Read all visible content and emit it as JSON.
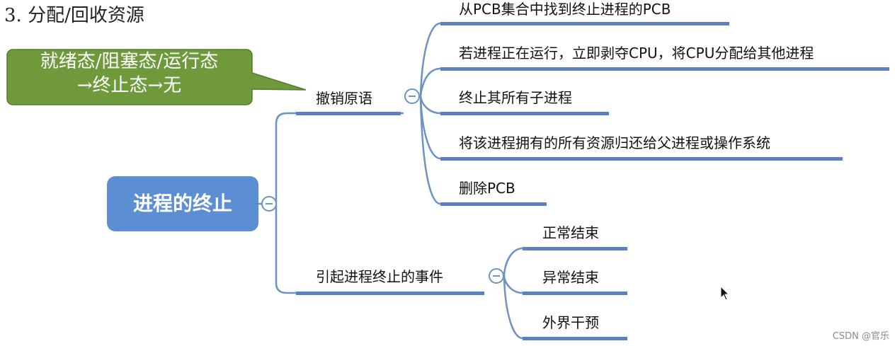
{
  "title": "3.  分配/回收资源",
  "callout": {
    "line1": "就绪态/阻塞态/运行态",
    "line2": "→终止态→无"
  },
  "root": {
    "label": "进程的终止"
  },
  "branch1": {
    "label": "撤销原语",
    "children": [
      "从PCB集合中找到终止进程的PCB",
      "若进程正在运行，立即剥夺CPU，将CPU分配给其他进程",
      "终止其所有子进程",
      "将该进程拥有的所有资源归还给父进程或操作系统",
      "删除PCB"
    ]
  },
  "branch2": {
    "label": "引起进程终止的事件",
    "children": [
      "正常结束",
      "异常结束",
      "外界干预"
    ]
  },
  "watermark": "CSDN @官乐",
  "colors": {
    "root": "#5b8ed3",
    "callout": "#6e9a3c",
    "connector": "#6b93c4",
    "underline": "#5b82be"
  }
}
